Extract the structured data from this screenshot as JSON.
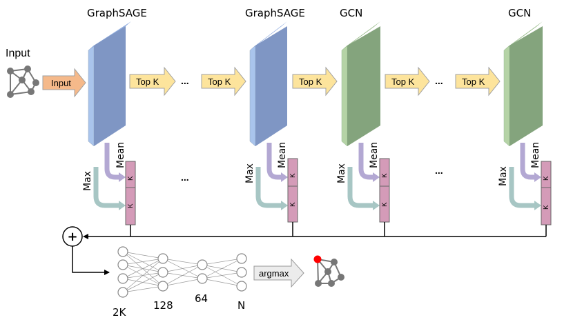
{
  "input_label": "Input",
  "blocks": [
    {
      "title": "GraphSAGE",
      "type": "sage"
    },
    {
      "title": "GraphSAGE",
      "type": "sage"
    },
    {
      "title": "GCN",
      "type": "gcn"
    },
    {
      "title": "GCN",
      "type": "gcn"
    }
  ],
  "arrows": {
    "input": "Input",
    "topk": "Top K",
    "argmax": "argmax"
  },
  "ellipsis": "...",
  "pool": {
    "max": "Max",
    "mean": "Mean",
    "k": "K"
  },
  "sum_symbol": "+",
  "mlp_layers": [
    "2K",
    "128",
    "64",
    "N"
  ],
  "colors": {
    "sage_front": "#7f96c4",
    "sage_side": "#a9c4ec",
    "sage_top": "#92aee0",
    "gcn_front": "#84a47d",
    "gcn_side": "#b5d3a6",
    "gcn_top": "#9dbf90",
    "input_arrow": "#f5b98a",
    "topk_arrow": "#fde49c",
    "argmax_arrow": "#ececec",
    "max_arrow": "#a7c6c4",
    "mean_arrow": "#b3a8d3",
    "pool_box": "#d49bb8",
    "highlight_node": "#ff0000"
  }
}
